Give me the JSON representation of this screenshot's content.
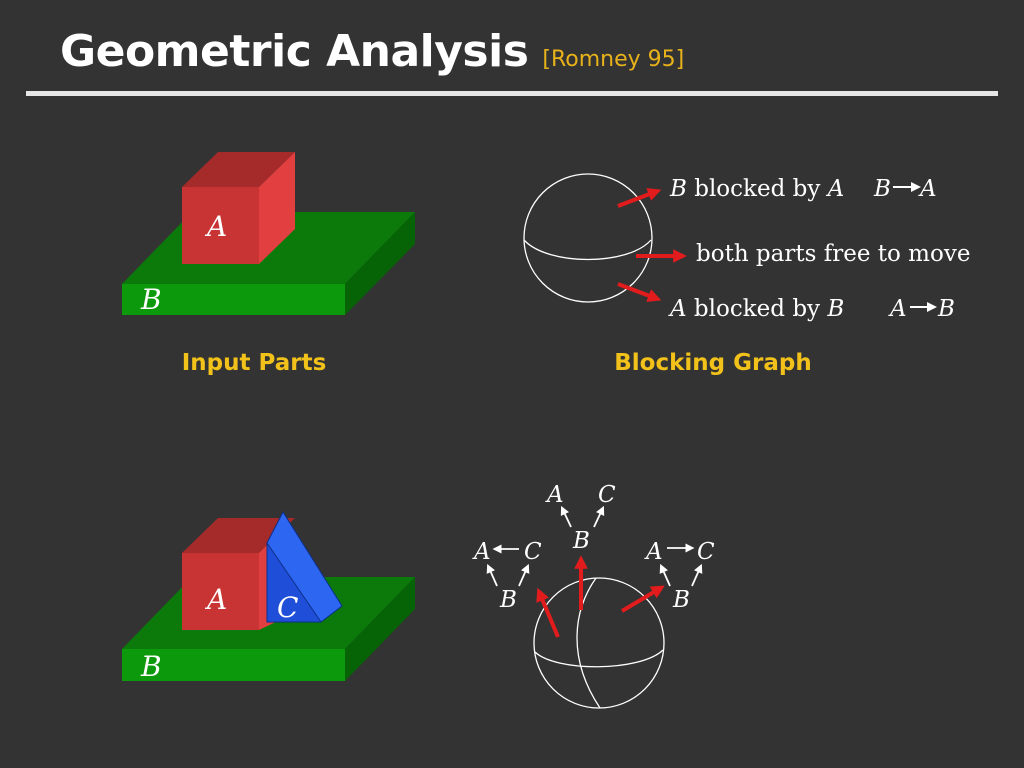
{
  "slide": {
    "title": "Geometric Analysis",
    "citation": "[Romney 95]"
  },
  "top_left": {
    "label_a": "A",
    "label_b": "B",
    "caption": "Input Parts"
  },
  "top_right": {
    "caption": "Blocking Graph",
    "rows": [
      {
        "subject": "B",
        "text": " blocked by ",
        "object": "A",
        "graph_from": "B",
        "graph_to": "A"
      },
      {
        "text": "both parts free to move"
      },
      {
        "subject": "A",
        "text": " blocked by ",
        "object": "B",
        "graph_from": "A",
        "graph_to": "B"
      }
    ]
  },
  "bottom_left": {
    "label_a": "A",
    "label_b": "B",
    "label_c": "C"
  },
  "bottom_right": {
    "top_cluster": {
      "a": "A",
      "c": "C",
      "b": "B"
    },
    "left_cluster": {
      "a": "A",
      "c": "C",
      "b": "B"
    },
    "right_cluster": {
      "a": "A",
      "c": "C",
      "b": "B"
    }
  },
  "colors": {
    "background": "#333333",
    "title": "#ffffff",
    "citation": "#e8b21a",
    "caption": "#f2c21a",
    "part_a": "#d43b3b",
    "part_b": "#0a8a0a",
    "part_c": "#1f4fd8",
    "arrow": "#e21c1c"
  }
}
